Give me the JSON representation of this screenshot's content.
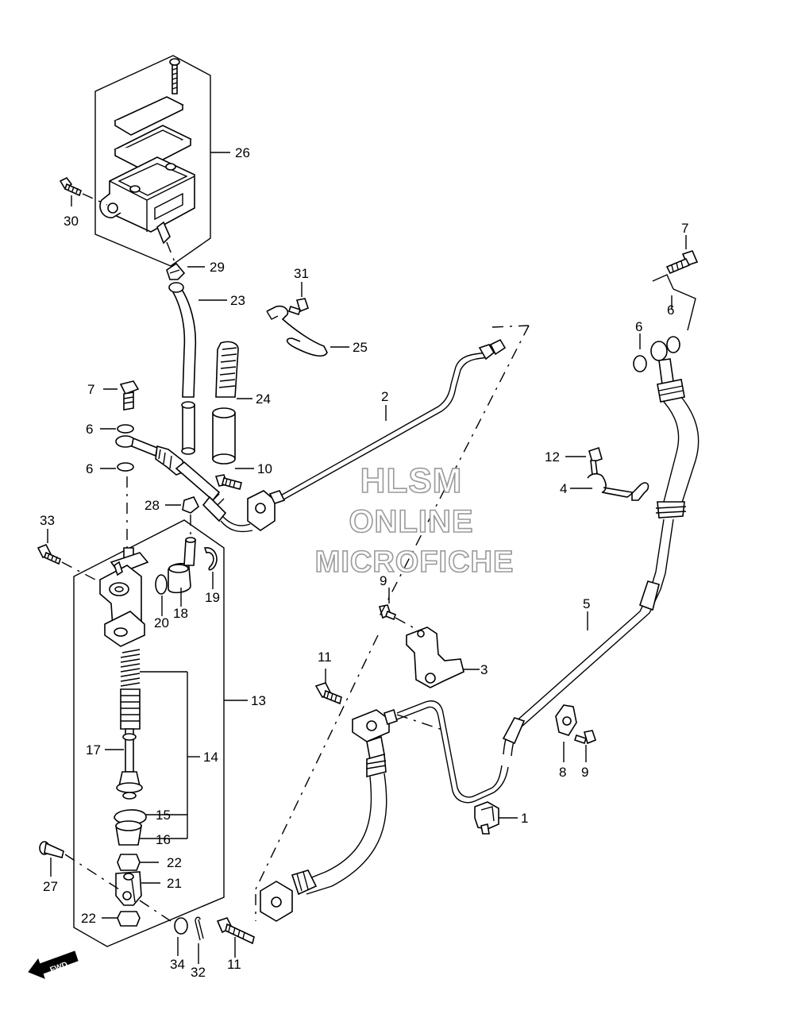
{
  "watermark": {
    "line1": "HLSM",
    "line2": "ONLINE",
    "line3": "MICROFICHE"
  },
  "direction_badge": "FWD",
  "callouts": [
    {
      "id": "c1",
      "label": "1"
    },
    {
      "id": "c2",
      "label": "2"
    },
    {
      "id": "c3",
      "label": "3"
    },
    {
      "id": "c4",
      "label": "4"
    },
    {
      "id": "c5",
      "label": "5"
    },
    {
      "id": "c6a",
      "label": "6"
    },
    {
      "id": "c6b",
      "label": "6"
    },
    {
      "id": "c6c",
      "label": "6"
    },
    {
      "id": "c6d",
      "label": "6"
    },
    {
      "id": "c7a",
      "label": "7"
    },
    {
      "id": "c7b",
      "label": "7"
    },
    {
      "id": "c8",
      "label": "8"
    },
    {
      "id": "c9a",
      "label": "9"
    },
    {
      "id": "c9b",
      "label": "9"
    },
    {
      "id": "c10",
      "label": "10"
    },
    {
      "id": "c11a",
      "label": "11"
    },
    {
      "id": "c11b",
      "label": "11"
    },
    {
      "id": "c12",
      "label": "12"
    },
    {
      "id": "c13",
      "label": "13"
    },
    {
      "id": "c14",
      "label": "14"
    },
    {
      "id": "c15",
      "label": "15"
    },
    {
      "id": "c16",
      "label": "16"
    },
    {
      "id": "c17",
      "label": "17"
    },
    {
      "id": "c18",
      "label": "18"
    },
    {
      "id": "c19",
      "label": "19"
    },
    {
      "id": "c20",
      "label": "20"
    },
    {
      "id": "c21",
      "label": "21"
    },
    {
      "id": "c22a",
      "label": "22"
    },
    {
      "id": "c22b",
      "label": "22"
    },
    {
      "id": "c23",
      "label": "23"
    },
    {
      "id": "c24",
      "label": "24"
    },
    {
      "id": "c25",
      "label": "25"
    },
    {
      "id": "c26",
      "label": "26"
    },
    {
      "id": "c27",
      "label": "27"
    },
    {
      "id": "c28",
      "label": "28"
    },
    {
      "id": "c29",
      "label": "29"
    },
    {
      "id": "c30",
      "label": "30"
    },
    {
      "id": "c31",
      "label": "31"
    },
    {
      "id": "c32",
      "label": "32"
    },
    {
      "id": "c33",
      "label": "33"
    },
    {
      "id": "c34",
      "label": "34"
    }
  ]
}
